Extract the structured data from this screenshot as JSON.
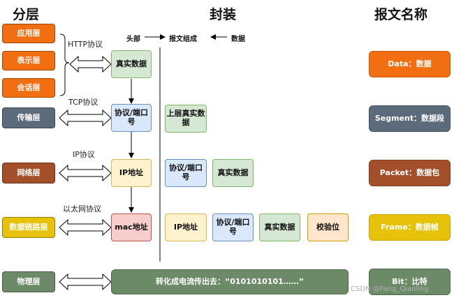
{
  "titles": {
    "layers": "分层",
    "encapsulation": "封装",
    "pdu_name": "报文名称"
  },
  "header": {
    "left": "头部",
    "center": "报文组成",
    "right": "数据"
  },
  "colors": {
    "orange": "#F26F11",
    "slate": "#5B6B7C",
    "brown": "#A34F2A",
    "yellow": "#E6C30A",
    "green": "#6D8A68",
    "pale_blue": "#DAE8FC",
    "pale_yellow": "#FFF2CC",
    "pale_green": "#D5E8D4",
    "pale_red": "#F8CECC",
    "pale_orange": "#FFE6CC"
  },
  "layers": [
    "应用层",
    "表示层",
    "会话层",
    "传输层",
    "网络层",
    "数据链路层",
    "物理层"
  ],
  "protocols": {
    "http": "HTTP协议",
    "tcp": "TCP协议",
    "ip": "IP协议",
    "ethernet": "以太网协议"
  },
  "encap": {
    "app_data": "真实数据",
    "transport": "协议/端口号",
    "network": "IP地址",
    "link": "mac地址",
    "row2": [
      "上层真实数据"
    ],
    "row3": [
      "协议/端口号",
      "真实数据"
    ],
    "row4": [
      "IP地址",
      "协议/端口号",
      "真实数据",
      "校验位"
    ],
    "physical": "转化成电流传出去：“0101010101……”"
  },
  "pdu_names": [
    "Data：数据",
    "Segment：数据段",
    "Packet：数据包",
    "Frame：数据帧",
    "Bit：比特"
  ],
  "watermark": "CSDN @Fang_Qianling"
}
